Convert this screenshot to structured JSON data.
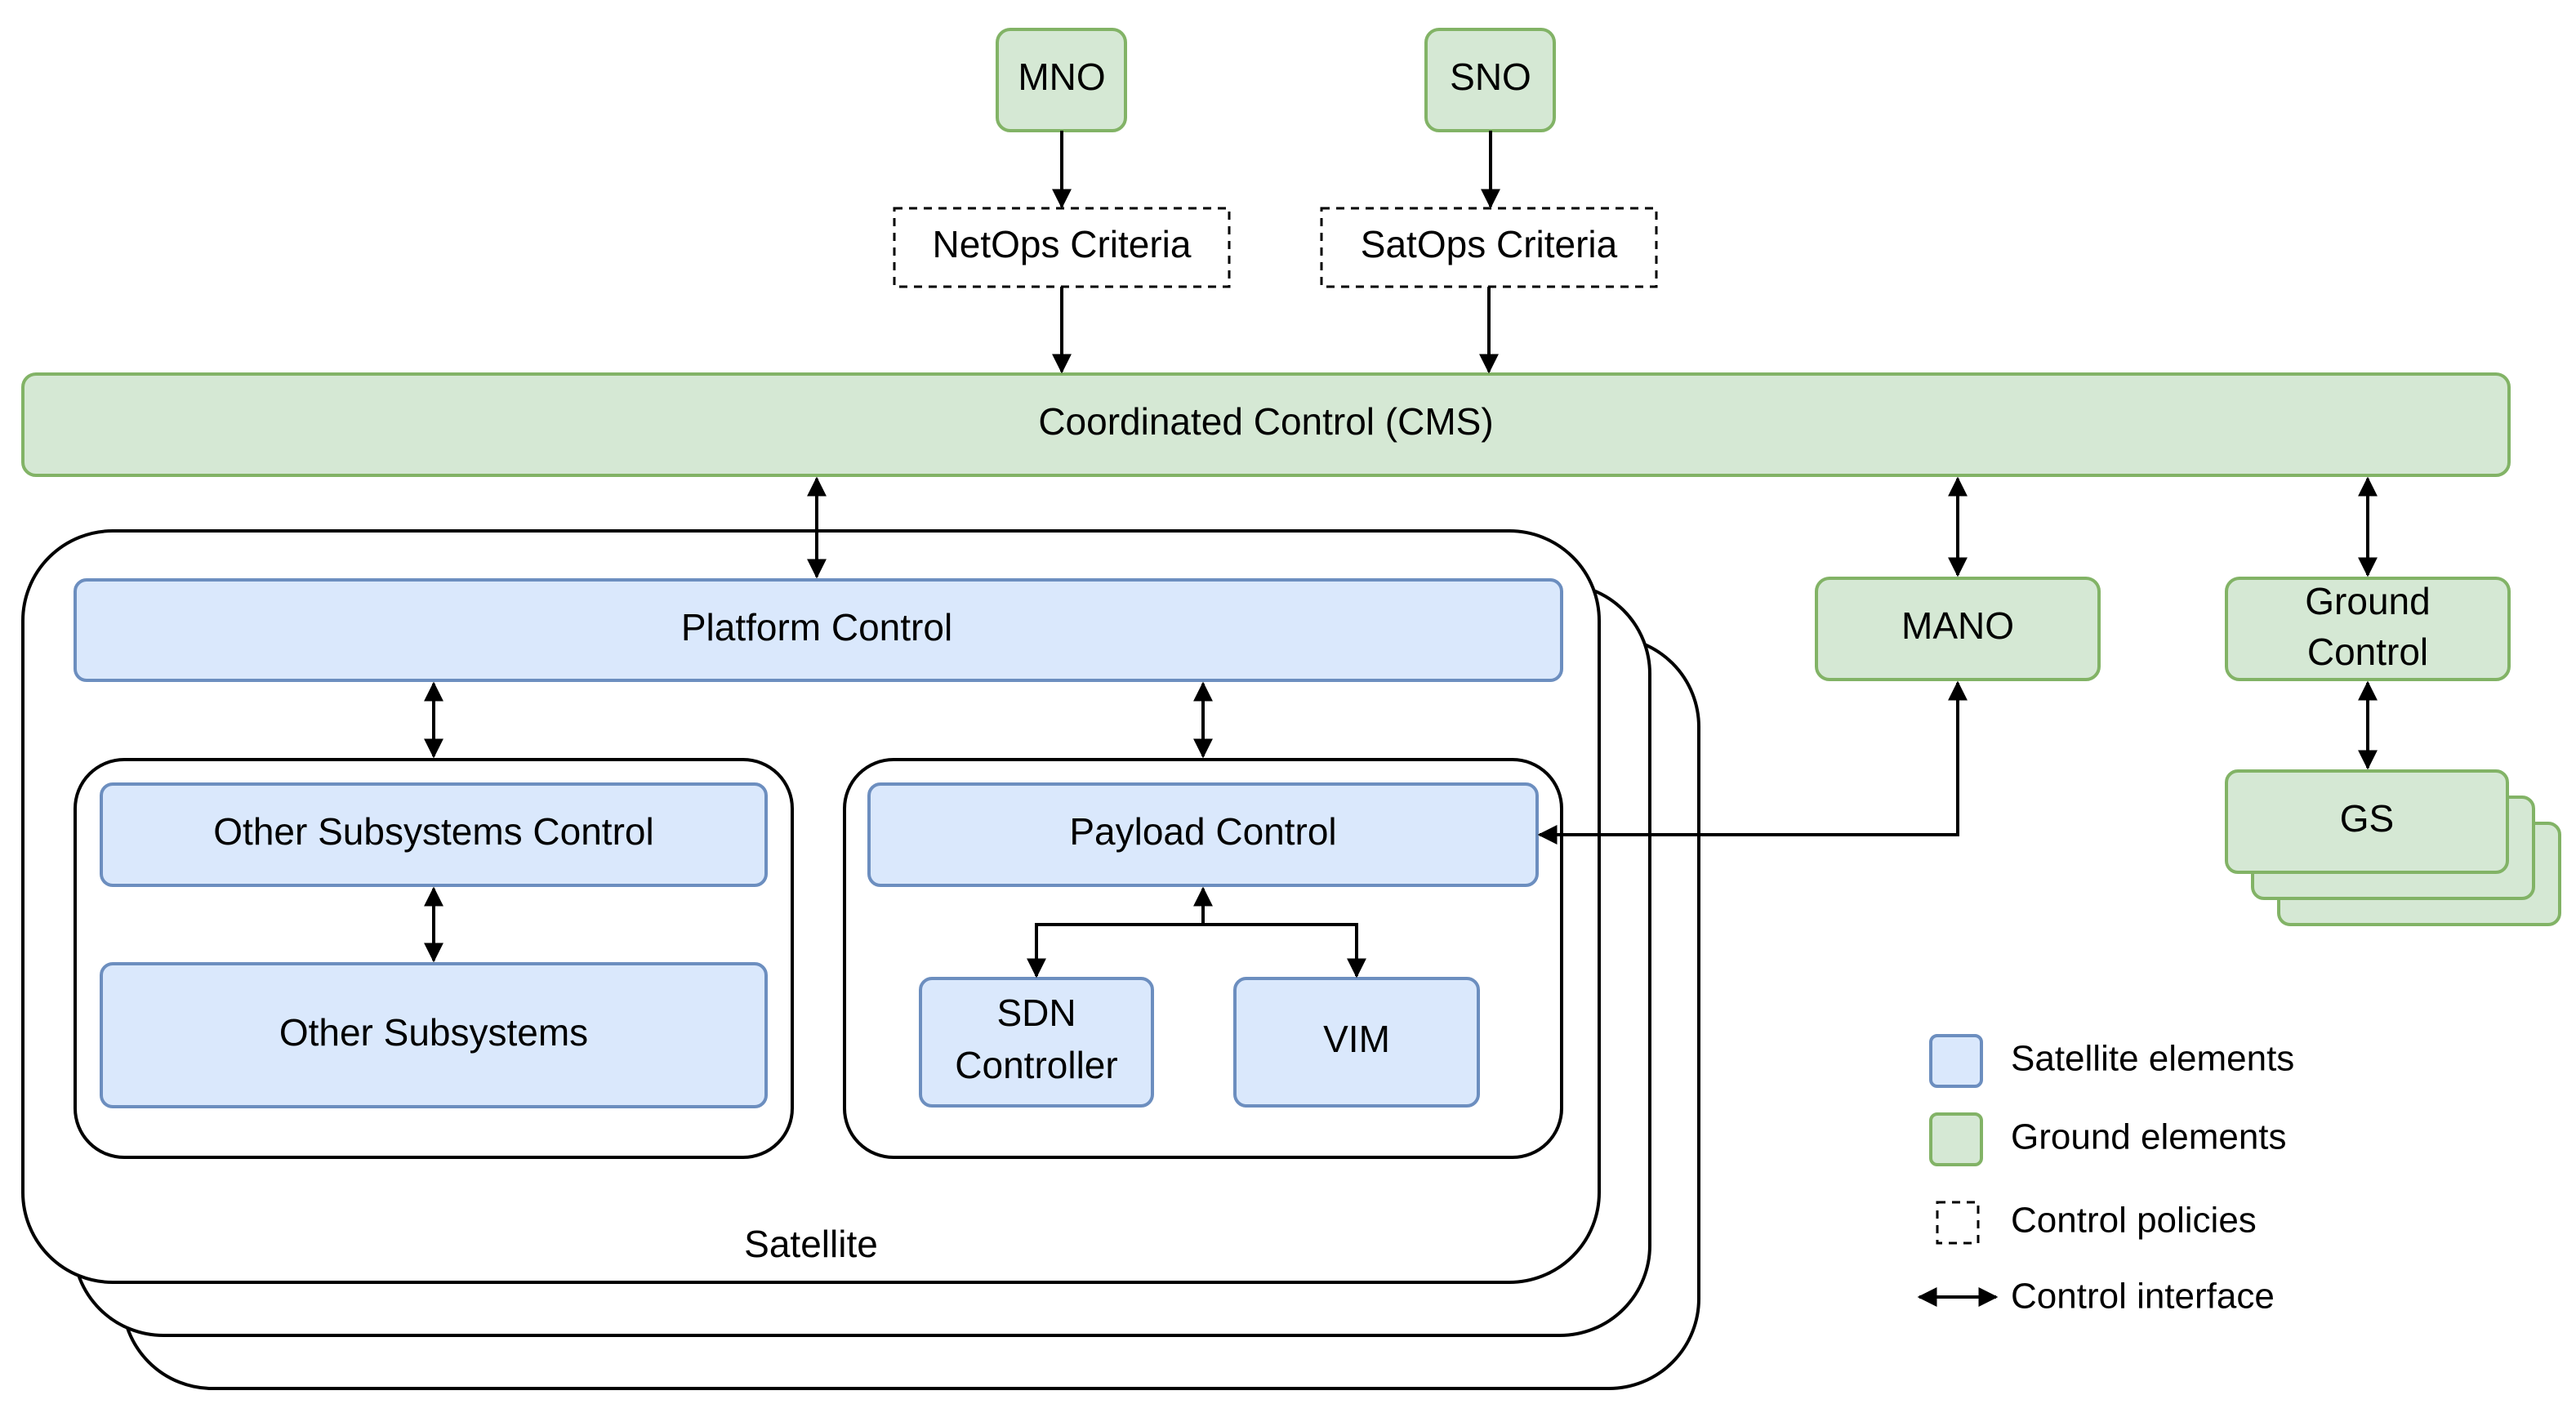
{
  "nodes": {
    "mno": "MNO",
    "sno": "SNO",
    "netops": "NetOps Criteria",
    "satops": "SatOps Criteria",
    "cms": "Coordinated Control (CMS)",
    "platform": "Platform Control",
    "other_control": "Other Subsystems Control",
    "other_subsystems": "Other Subsystems",
    "payload": "Payload Control",
    "sdn_line1": "SDN",
    "sdn_line2": "Controller",
    "vim": "VIM",
    "satellite": "Satellite",
    "mano": "MANO",
    "ground_line1": "Ground",
    "ground_line2": "Control",
    "gs": "GS"
  },
  "legend": {
    "satellite_elements": "Satellite elements",
    "ground_elements": "Ground elements",
    "control_policies": "Control policies",
    "control_interface": "Control interface"
  },
  "colors": {
    "satellite_fill": "#dae8fc",
    "satellite_stroke": "#6c8ebf",
    "ground_fill": "#d5e8d4",
    "ground_stroke": "#82b366"
  }
}
